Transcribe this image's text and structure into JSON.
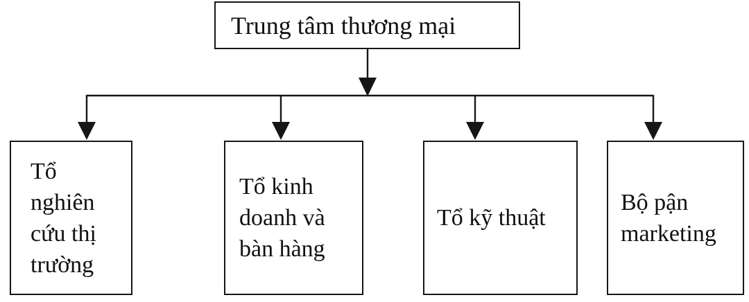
{
  "diagram": {
    "type": "org-chart",
    "root": {
      "label": "Trung tâm thương mại"
    },
    "children": [
      {
        "label": "Tổ\nnghiên\ncứu thị\ntrường"
      },
      {
        "label": "Tổ kinh\ndoanh và\nbàn hàng"
      },
      {
        "label": "Tổ kỹ thuật"
      },
      {
        "label": "Bộ pận\nmarketing"
      }
    ],
    "colors": {
      "line": "#161616",
      "box_border": "#161616",
      "text": "#111111",
      "background": "#ffffff"
    }
  }
}
